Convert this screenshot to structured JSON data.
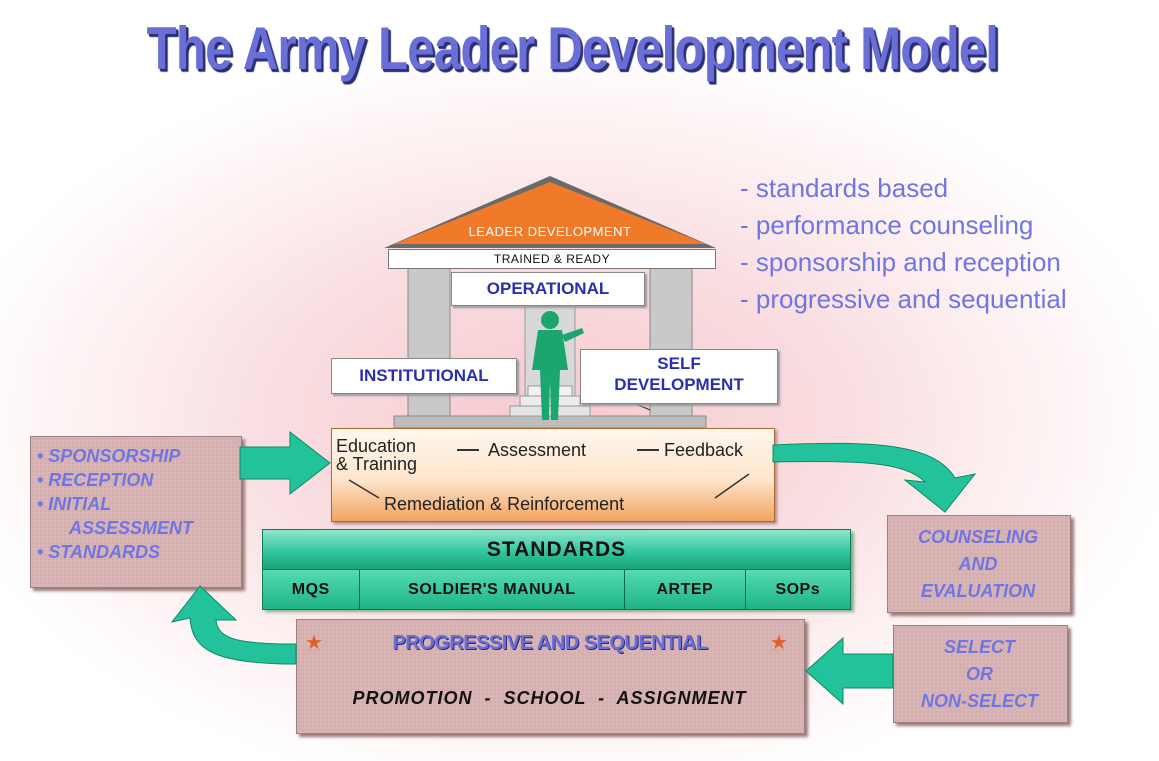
{
  "title": "The Army Leader Development Model",
  "bullets": [
    "- standards based",
    "- performance counseling",
    "- sponsorship and reception",
    "- progressive and sequential"
  ],
  "building": {
    "roof": "LEADER DEVELOPMENT",
    "band": "TRAINED & READY",
    "operational": "OPERATIONAL",
    "institutional": "INSTITUTIONAL",
    "self_development_1": "SELF",
    "self_development_2": "DEVELOPMENT"
  },
  "cycle": {
    "education_1": "Education",
    "education_2": "& Training",
    "assessment": "Assessment",
    "feedback": "Feedback",
    "remediation": "Remediation & Reinforcement"
  },
  "left_box": {
    "items": [
      "• SPONSORSHIP",
      "• RECEPTION",
      "• INITIAL",
      "ASSESSMENT",
      "• STANDARDS"
    ]
  },
  "standards": {
    "header": "STANDARDS",
    "cells": [
      "MQS",
      "SOLDIER'S MANUAL",
      "ARTEP",
      "SOPs"
    ]
  },
  "counseling": {
    "lines": [
      "COUNSELING",
      "AND",
      "EVALUATION"
    ]
  },
  "select": {
    "lines": [
      "SELECT",
      "OR",
      "NON-SELECT"
    ]
  },
  "progressive": {
    "header": "PROGRESSIVE AND SEQUENTIAL",
    "footer": "PROMOTION  -  SCHOOL  -  ASSIGNMENT",
    "star": "★"
  },
  "colors": {
    "title": "#6a6fd6",
    "arrow": "#22c39a",
    "roof": "#f07a2a",
    "bullet_text": "#6f76e4"
  }
}
